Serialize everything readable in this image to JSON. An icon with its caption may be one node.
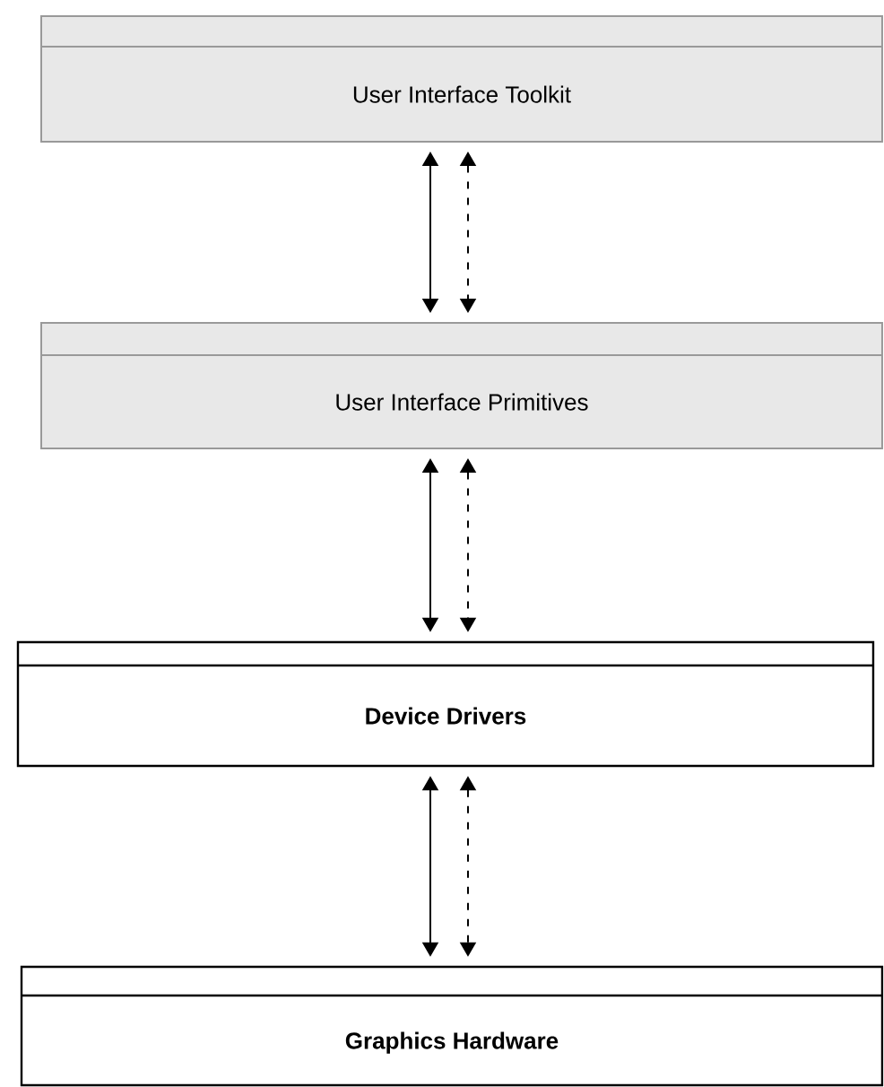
{
  "diagram": {
    "nodes": [
      {
        "text": [
          "User Interface Toolkit"
        ]
      },
      {
        "text": [
          "User Interface Primitives"
        ]
      },
      {
        "text": [
          "Device Drivers"
        ]
      },
      {
        "text": [
          "Graphics Hardware"
        ]
      }
    ],
    "edges": [
      {
        "from": 0,
        "to": 1,
        "arrow": "both"
      },
      {
        "from": 0,
        "to": 1,
        "arrow": "both",
        "style": "dashed"
      },
      {
        "from": 1,
        "to": 2,
        "arrow": "both"
      },
      {
        "from": 1,
        "to": 2,
        "arrow": "both",
        "style": "dashed"
      },
      {
        "from": 2,
        "to": 3,
        "arrow": "both"
      },
      {
        "from": 2,
        "to": 3,
        "arrow": "both",
        "style": "dashed"
      }
    ]
  }
}
